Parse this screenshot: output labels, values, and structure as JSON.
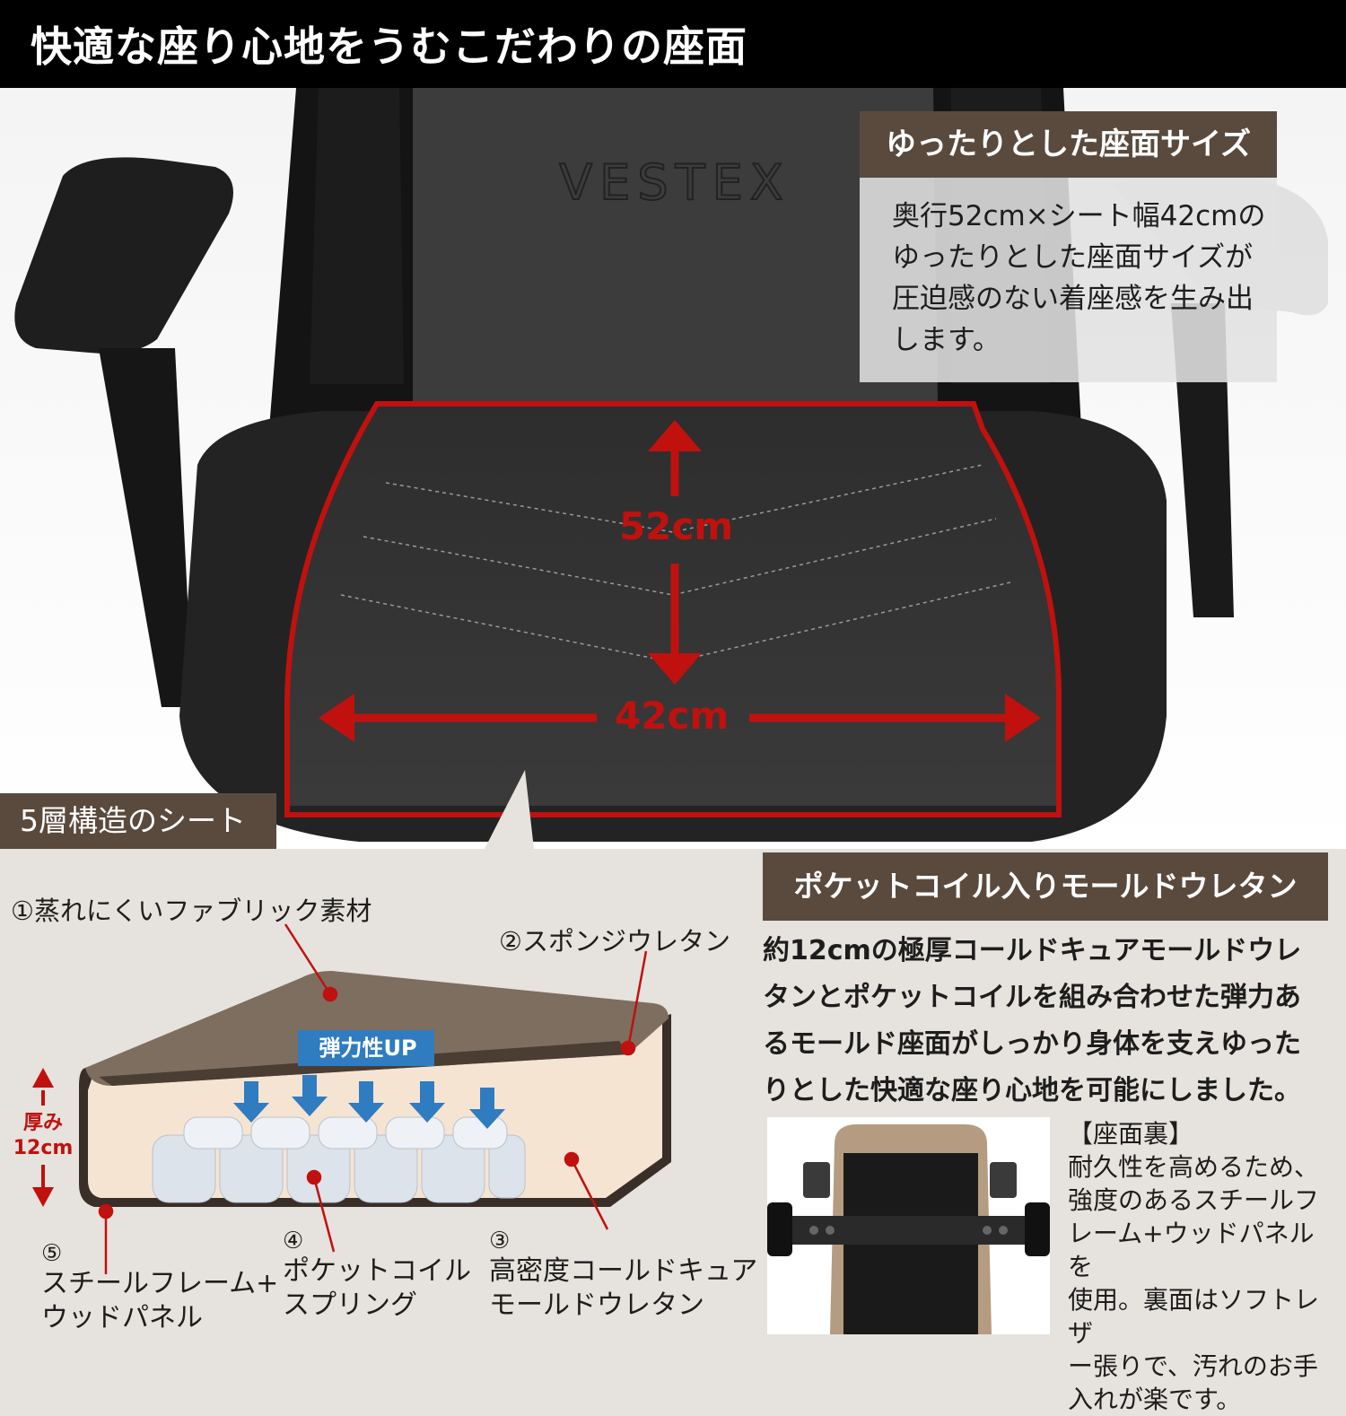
{
  "header": {
    "title": "快適な座り心地をうむこだわりの座面"
  },
  "size_section": {
    "title": "ゆったりとした座面サイズ",
    "lines": [
      "奥行52cm×シート幅42cmの",
      "ゆったりとした座面サイズが",
      "圧迫感のない着座感を生み出",
      "します。"
    ]
  },
  "photo": {
    "brand": "VESTEX",
    "depth": "52cm",
    "width": "42cm"
  },
  "seat_structure": {
    "tag": "5層構造のシート",
    "layer1": "①蒸れにくいファブリック素材",
    "layer2": "②スポンジウレタン",
    "layer3_num": "③",
    "layer3_line1": "高密度コールドキュア",
    "layer3_line2": "モールドウレタン",
    "layer4_num": "④",
    "layer4_line1": "ポケットコイル",
    "layer4_line2": "スプリング",
    "layer5_num": "⑤",
    "layer5_line1": "スチールフレーム+",
    "layer5_line2": "ウッドパネル",
    "boost_label": "弾力性UP",
    "thickness_line1": "厚み",
    "thickness_line2": "12cm"
  },
  "pocket_section": {
    "title": "ポケットコイル入りモールドウレタン",
    "lines": [
      "約12cmの極厚コールドキュアモールドウレ",
      "タンとポケットコイルを組み合わせた弾力あ",
      "るモールド座面がしっかり身体を支えゆった",
      "りとした快適な座り心地を可能にしました。"
    ]
  },
  "seat_back": {
    "heading": "【座面裏】",
    "lines": [
      "耐久性を高めるため、",
      "強度のあるスチールフ",
      "レーム+ウッドパネルを",
      "使用。裏面はソフトレザ",
      "ー張りで、汚れのお手",
      "入れが楽です。"
    ]
  },
  "colors": {
    "accent_red": "#c0110f",
    "brown": "#5a4a3e",
    "foam": "#f6e4d2",
    "fabric": "#7d6e60",
    "boost_blue": "#2f7cc0"
  }
}
